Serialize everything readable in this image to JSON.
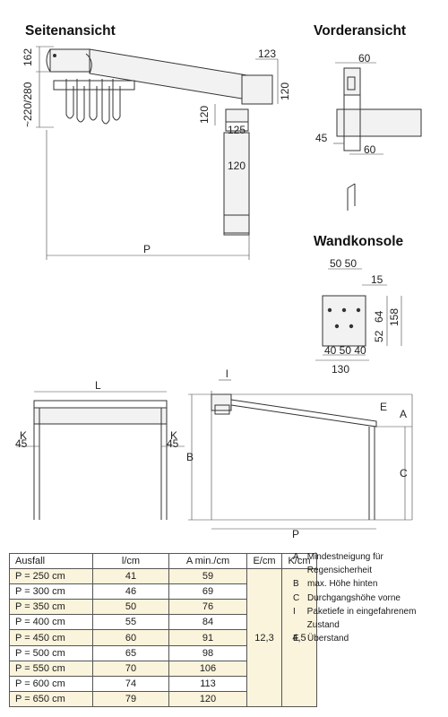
{
  "headings": {
    "side_view": "Seitenansicht",
    "front_view": "Vorderansicht",
    "wall_bracket": "Wandkonsole"
  },
  "side_view_dims": {
    "d162": "162",
    "d220_280": "~220/280",
    "d123": "123",
    "d120_right": "120",
    "d120_left": "120",
    "d125": "125",
    "d120_post": "120",
    "P": "P"
  },
  "front_view_dims": {
    "d60_top": "60",
    "d45": "45",
    "d60_bottom": "60"
  },
  "bracket_dims": {
    "d50_50": "50 50",
    "d15": "15",
    "d64": "64",
    "d158": "158",
    "d52": "52",
    "d40_50_40": "40 50 40",
    "d130": "130"
  },
  "front_frame_dims": {
    "L": "L",
    "K_left": "K",
    "d45_left": "45",
    "K_right": "K",
    "d45_right": "45"
  },
  "side_frame_dims": {
    "l": "l",
    "E": "E",
    "A": "A",
    "B": "B",
    "C": "C",
    "P": "P"
  },
  "table": {
    "headers": [
      "Ausfall",
      "l/cm",
      "A min./cm",
      "E/cm",
      "K/cm"
    ],
    "rows": [
      [
        "P = 250 cm",
        "41",
        "59"
      ],
      [
        "P = 300 cm",
        "46",
        "69"
      ],
      [
        "P = 350 cm",
        "50",
        "76"
      ],
      [
        "P = 400 cm",
        "55",
        "84"
      ],
      [
        "P = 450 cm",
        "60",
        "91"
      ],
      [
        "P = 500 cm",
        "65",
        "98"
      ],
      [
        "P = 550 cm",
        "70",
        "106"
      ],
      [
        "P = 600 cm",
        "74",
        "113"
      ],
      [
        "P = 650 cm",
        "79",
        "120"
      ]
    ],
    "E_value": "12,3",
    "K_value": "4,5"
  },
  "legend": [
    {
      "key": "A",
      "text": "Mindestneigung für Regensicherheit"
    },
    {
      "key": "B",
      "text": "max. Höhe hinten"
    },
    {
      "key": "C",
      "text": "Durchgangshöhe vorne"
    },
    {
      "key": "I",
      "text": "Paketiefe in eingefahrenem Zustand"
    },
    {
      "key": "E",
      "text": "Überstand"
    }
  ]
}
